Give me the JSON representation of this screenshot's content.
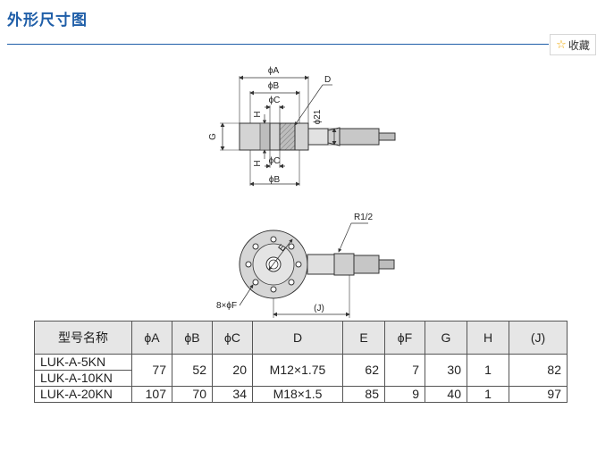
{
  "header": {
    "title": "外形尺寸图",
    "favorite_label": "收藏",
    "favorite_icon": "star-outline-icon"
  },
  "drawing": {
    "side_view_labels": {
      "phiA": "ϕA",
      "phiB": "ϕB",
      "phiC": "ϕC",
      "D": "D",
      "phi21": "ϕ21",
      "G": "G",
      "H": "H"
    },
    "top_view_labels": {
      "R": "R1/2",
      "E": "E",
      "F": "8×ϕF",
      "J": "(J)"
    }
  },
  "table": {
    "headers": [
      "型号名称",
      "ϕA",
      "ϕB",
      "ϕC",
      "D",
      "E",
      "ϕF",
      "G",
      "H",
      "(J)"
    ],
    "groups": [
      {
        "models": [
          "LUK-A-5KN",
          "LUK-A-10KN"
        ],
        "A": "77",
        "B": "52",
        "C": "20",
        "D": "M12×1.75",
        "E": "62",
        "F": "7",
        "G": "30",
        "H": "1",
        "J": "82"
      },
      {
        "models": [
          "LUK-A-20KN"
        ],
        "A": "107",
        "B": "70",
        "C": "34",
        "D": "M18×1.5",
        "E": "85",
        "F": "9",
        "G": "40",
        "H": "1",
        "J": "97"
      }
    ]
  }
}
